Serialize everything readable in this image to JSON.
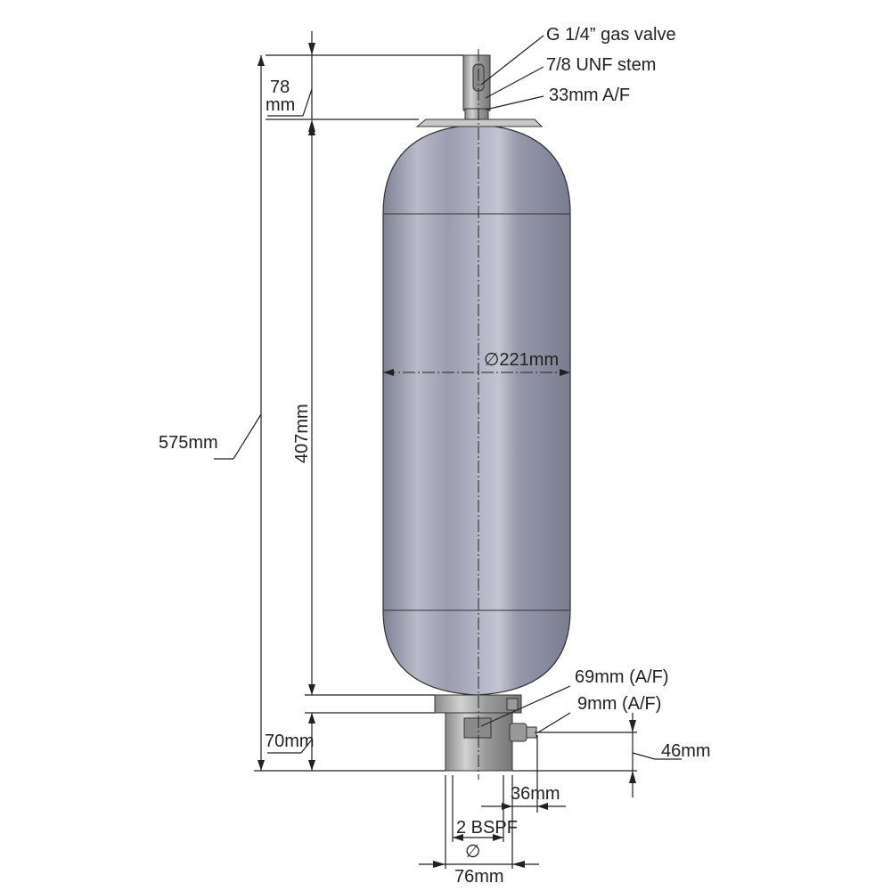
{
  "title": "Bladder accumulator dimension drawing",
  "labels": {
    "gas_valve": "G 1/4” gas valve",
    "stem": "7/8 UNF stem",
    "af_33": "33mm A/F",
    "dim_78": "78",
    "dim_78_unit": "mm",
    "dim_575": "575mm",
    "dim_407": "407mm",
    "diameter_221": "∅221mm",
    "af_69": "69mm (A/F)",
    "af_9": "9mm (A/F)",
    "dim_70": "70mm",
    "dim_46": "46mm",
    "dim_36": "36mm",
    "bspf": "2 BSPF",
    "diameter_symbol": "∅",
    "dim_76": "76mm"
  },
  "colors": {
    "shell": "#9a9cae",
    "shell_light": "#c9cad6",
    "steel": "#a8a8a8",
    "line": "#222222"
  }
}
